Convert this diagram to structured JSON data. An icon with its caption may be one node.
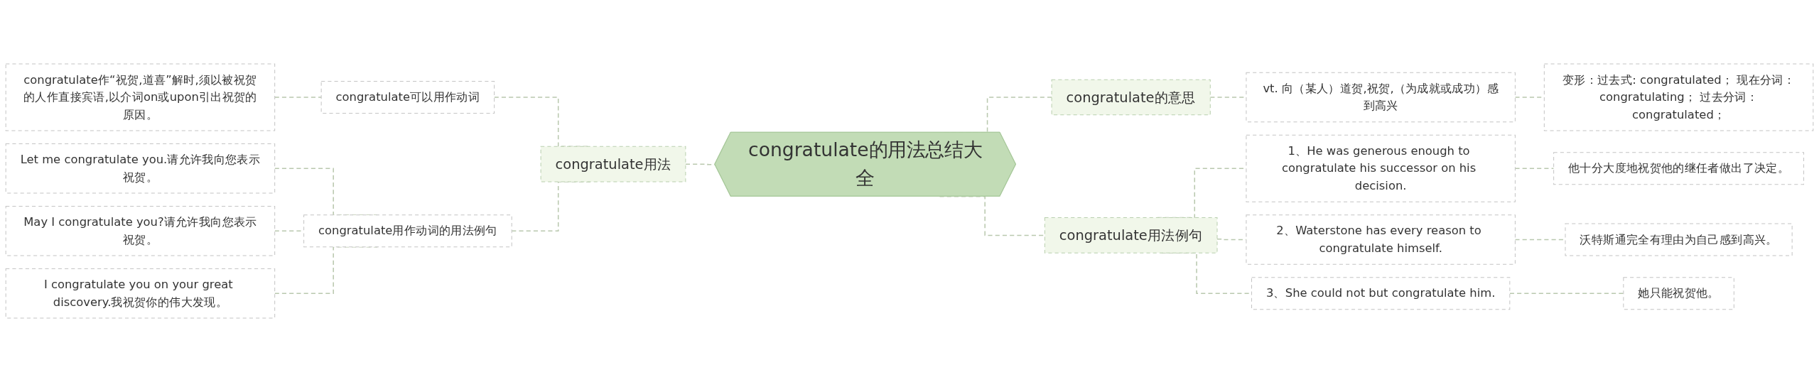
{
  "diagram": {
    "nodes": [
      {
        "text": [
          "congratulate的用法总结大全"
        ]
      },
      {
        "text": [
          "congratulate用法"
        ]
      },
      {
        "text": [
          "congratulate可以用作动词"
        ]
      },
      {
        "text": [
          "congratulate作“祝贺,道喜”解时,须以被祝贺的人作直接宾语,以介词on或upon引出祝贺的原因。"
        ]
      },
      {
        "text": [
          "congratulate用作动词的用法例句"
        ]
      },
      {
        "text": [
          "Let me congratulate you.请允许我向您表示祝贺。"
        ]
      },
      {
        "text": [
          "May I congratulate you?请允许我向您表示祝贺。"
        ]
      },
      {
        "text": [
          "I congratulate you on your great discovery.我祝贺你的伟大发现。"
        ]
      },
      {
        "text": [
          "congratulate的意思"
        ]
      },
      {
        "text": [
          "vt. 向（某人）道贺,祝贺,（为成就或成功）感到高兴"
        ]
      },
      {
        "text": [
          "变形：过去式: congratulated； 现在分词：congratulating； 过去分词：congratulated；"
        ]
      },
      {
        "text": [
          "congratulate用法例句"
        ]
      },
      {
        "text": [
          "1、He was generous enough to congratulate his successor on his decision."
        ]
      },
      {
        "text": [
          "他十分大度地祝贺他的继任者做出了决定。"
        ]
      },
      {
        "text": [
          "2、Waterstone has every reason to congratulate himself."
        ]
      },
      {
        "text": [
          "沃特斯通完全有理由为自己感到高兴。"
        ]
      },
      {
        "text": [
          "3、She could not but congratulate him."
        ]
      },
      {
        "text": [
          "她只能祝贺他。"
        ]
      }
    ],
    "edges": [
      {
        "from": 0,
        "to": 1,
        "arrow": "none",
        "style": "dashed"
      },
      {
        "from": 1,
        "to": 2,
        "arrow": "none",
        "style": "dashed"
      },
      {
        "from": 2,
        "to": 3,
        "arrow": "none",
        "style": "dashed"
      },
      {
        "from": 1,
        "to": 4,
        "arrow": "none",
        "style": "dashed"
      },
      {
        "from": 4,
        "to": 5,
        "arrow": "none",
        "style": "dashed"
      },
      {
        "from": 4,
        "to": 6,
        "arrow": "none",
        "style": "dashed"
      },
      {
        "from": 4,
        "to": 7,
        "arrow": "none",
        "style": "dashed"
      },
      {
        "from": 0,
        "to": 8,
        "arrow": "none",
        "style": "dashed"
      },
      {
        "from": 8,
        "to": 9,
        "arrow": "none",
        "style": "dashed"
      },
      {
        "from": 9,
        "to": 10,
        "arrow": "none",
        "style": "dashed"
      },
      {
        "from": 0,
        "to": 11,
        "arrow": "none",
        "style": "dashed"
      },
      {
        "from": 11,
        "to": 12,
        "arrow": "none",
        "style": "dashed"
      },
      {
        "from": 12,
        "to": 13,
        "arrow": "none",
        "style": "dashed"
      },
      {
        "from": 11,
        "to": 14,
        "arrow": "none",
        "style": "dashed"
      },
      {
        "from": 14,
        "to": 15,
        "arrow": "none",
        "style": "dashed"
      },
      {
        "from": 11,
        "to": 16,
        "arrow": "none",
        "style": "dashed"
      },
      {
        "from": 16,
        "to": 17,
        "arrow": "none",
        "style": "dashed"
      }
    ]
  }
}
